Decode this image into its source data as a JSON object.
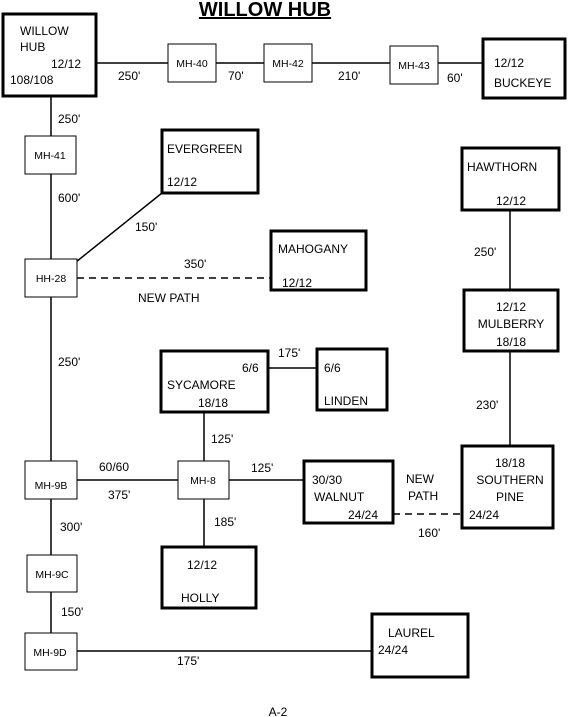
{
  "title": "WILLOW HUB",
  "page_label": "A-2",
  "nodes": {
    "willow_hub": {
      "line1": "WILLOW",
      "line2": "HUB",
      "count_a": "12/12",
      "count_b": "108/108"
    },
    "mh40": {
      "label": "MH-40"
    },
    "mh42": {
      "label": "MH-42"
    },
    "mh43": {
      "label": "MH-43"
    },
    "buckeye": {
      "count": "12/12",
      "name": "BUCKEYE"
    },
    "mh41": {
      "label": "MH-41"
    },
    "evergreen": {
      "name": "EVERGREEN",
      "count": "12/12"
    },
    "hawthorn": {
      "name": "HAWTHORN",
      "count": "12/12"
    },
    "hh28": {
      "label": "HH-28"
    },
    "mahogany": {
      "name": "MAHOGANY",
      "count": "12/12"
    },
    "mulberry": {
      "count_a": "12/12",
      "name": "MULBERRY",
      "count_b": "18/18"
    },
    "sycamore": {
      "count_a": "6/6",
      "name": "SYCAMORE",
      "count_b": "18/18"
    },
    "linden": {
      "count": "6/6",
      "name": "LINDEN"
    },
    "southern_pine": {
      "count_a": "18/18",
      "name_line1": "SOUTHERN",
      "name_line2": "PINE",
      "count_b": "24/24"
    },
    "mh9b": {
      "label": "MH-9B"
    },
    "mh8": {
      "label": "MH-8"
    },
    "walnut": {
      "count_a": "30/30",
      "name": "WALNUT",
      "count_b": "24/24"
    },
    "holly": {
      "count": "12/12",
      "name": "HOLLY"
    },
    "mh9c": {
      "label": "MH-9C"
    },
    "mh9d": {
      "label": "MH-9D"
    },
    "laurel": {
      "name": "LAUREL",
      "count": "24/24"
    }
  },
  "links": {
    "willow_mh40": "250'",
    "mh40_mh42": "70'",
    "mh42_mh43": "210'",
    "mh43_buckeye": "60'",
    "willow_mh41": "250'",
    "mh41_hh28": "600'",
    "hh28_evergreen": "150'",
    "hh28_mahogany": "350'",
    "new_path_1": "NEW PATH",
    "hawthorn_mulberry": "250'",
    "hh28_mh9b": "250'",
    "sycamore_linden": "175'",
    "mulberry_southern_pine": "230'",
    "sycamore_mh8": "125'",
    "mh9b_mh8_fiber": "60/60",
    "mh9b_mh8_len": "375'",
    "mh8_walnut": "125'",
    "new_path_2_line1": "NEW",
    "new_path_2_line2": "PATH",
    "walnut_southern_pine": "160'",
    "mh8_holly": "185'",
    "mh9b_mh9c": "300'",
    "mh9c_mh9d": "150'",
    "mh9d_laurel": "175'"
  }
}
